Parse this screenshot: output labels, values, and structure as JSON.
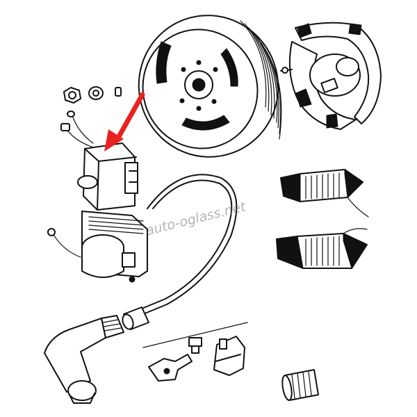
{
  "watermark": {
    "text": "auto-oglass.net"
  },
  "colors": {
    "line": "#111111",
    "arrow": "#e8231f",
    "paper": "#ffffff",
    "watermark": "#7a7a7a"
  },
  "parts": [
    "flywheel-rotor",
    "stator-plate",
    "nut",
    "washer",
    "woodruff-key",
    "cdi-unit",
    "ignition-coil",
    "hv-lead",
    "spark-plug-cap",
    "suppressor",
    "lighting-coil-upper",
    "lighting-coil-lower",
    "contact-breaker",
    "breaker-screw",
    "breaker-bracket",
    "spacer-sleeve"
  ],
  "highlight": {
    "target": "cdi-unit",
    "indicator": "red-arrow"
  }
}
